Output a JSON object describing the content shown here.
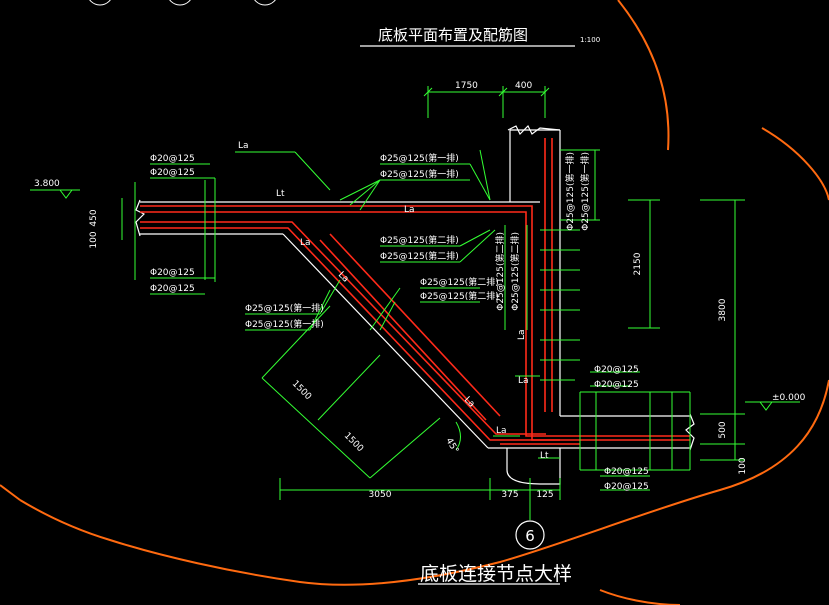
{
  "drawing": {
    "title_top": "底板平面布置及配筋图",
    "title_top_scale": "1:100",
    "title_bottom": "底板连接节点大样",
    "axis_label": "6"
  },
  "elevations": {
    "left": "3.800",
    "right": "±0.000"
  },
  "dimensions": {
    "top_1750": "1750",
    "top_400": "400",
    "right_2150": "2150",
    "right_3800": "3800",
    "right_500": "500",
    "right_100": "100",
    "left_100": "100",
    "left_450": "450",
    "diag_1500_a": "1500",
    "diag_1500_b": "1500",
    "bottom_3050": "3050",
    "bottom_375": "375",
    "bottom_125": "125",
    "angle": "45°"
  },
  "rebar": {
    "left_top_1": "Φ20@125",
    "left_top_2": "Φ20@125",
    "left_bot_1": "Φ20@125",
    "left_bot_2": "Φ20@125",
    "mid_top_1": "Φ25@125(第一排)",
    "mid_top_2": "Φ25@125(第一排)",
    "mid_mid_1": "Φ25@125(第二排)",
    "mid_mid_2": "Φ25@125(第二排)",
    "diag_1": "Φ25@125(第一排)",
    "diag_2": "Φ25@125(第一排)",
    "center_1": "Φ25@125(第二排)",
    "center_2": "Φ25@125(第二排)",
    "vert_1": "Φ25@125(第一排)",
    "vert_2": "Φ25@125(第一排)",
    "vert_3": "Φ25@125(第二排)",
    "vert_4": "Φ25@125(第二排)",
    "right_top_1": "Φ20@125",
    "right_top_2": "Φ20@125",
    "right_bot_1": "Φ20@125",
    "right_bot_2": "Φ20@125"
  },
  "anchorage": {
    "la_1": "La",
    "la_2": "La",
    "la_3": "La",
    "la_4": "La",
    "la_5": "La",
    "la_6": "La",
    "la_7": "La",
    "la_8": "La",
    "lt_1": "Lt",
    "lt_2": "Lt"
  },
  "colors": {
    "background": "#000000",
    "concrete": "#ffffff",
    "rebar_red": "#ff2a1a",
    "dimension_green": "#33ff33",
    "boundary_orange": "#ff6a10"
  }
}
